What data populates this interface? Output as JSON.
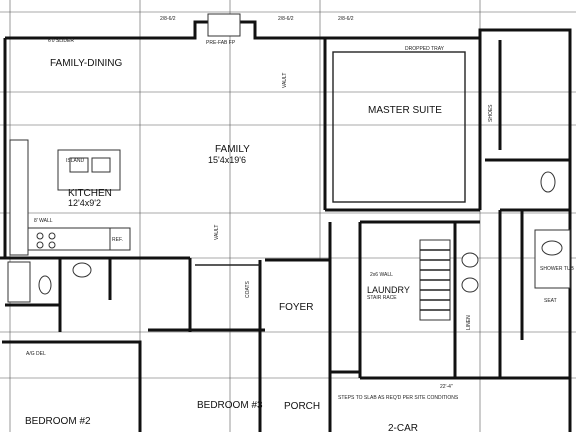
{
  "rooms": {
    "family_dining": "FAMILY-DINING",
    "family": "FAMILY",
    "family_size": "15'4x19'6",
    "kitchen": "KITCHEN",
    "kitchen_size": "12'4x9'2",
    "master_suite": "MASTER SUITE",
    "foyer": "FOYER",
    "porch": "PORCH",
    "bedroom_2": "BEDROOM #2",
    "bedroom_3": "BEDROOM #3",
    "laundry": "LAUNDRY",
    "garage": "2-CAR"
  },
  "notes": {
    "slider": "6'0 SLIDER",
    "fireplace": "PRE-FAB FP",
    "dropped_tray": "DROPPED TRAY",
    "vault_1": "VAULT",
    "vault_2": "VAULT",
    "island": "ISLAND",
    "wall": "8' WALL",
    "ref": "REF.",
    "coats": "COATS",
    "stair_race": "STAIR RACE",
    "wall_2": "2x6 WALL",
    "shoes": "SHOES",
    "linen": "LINEN",
    "seat": "SEAT",
    "shower": "SHOWER TUB",
    "slab": "STEPS TO SLAB AS REQ'D PER SITE CONDITIONS",
    "aid_del": "A/G DEL",
    "dim_top_1": "2/8-6/2",
    "dim_top_2": "2/8-6/2",
    "dim_top_3": "2/8-6/2",
    "dim_garage": "22'-4\""
  }
}
